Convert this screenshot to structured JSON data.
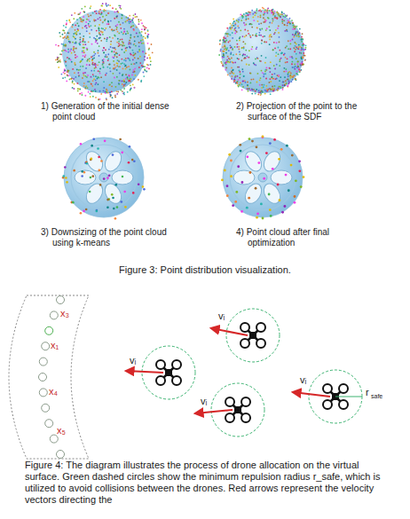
{
  "diagram": {
    "labels": [
      "1) Generation of the initial dense point cloud",
      "2) Projection of the point to the surface of the SDF",
      "3) Downsizing of the point cloud using k-means",
      "4) Point cloud after final optimization",
      "Figure 3: Point distribution visualization.",
      "x₃",
      "x₁",
      "x₄",
      "x₅",
      "vᵢ",
      "vᵢ",
      "vᵢ",
      "vᵢ",
      "r",
      "safe",
      "Figure 4: The diagram illustrates the process of drone allocation on the virtual surface. Green dashed circles show the minimum repulsion radius r_safe, which is utilized to avoid collisions between the drones. Red arrows represent the velocity vectors directing the"
    ]
  }
}
